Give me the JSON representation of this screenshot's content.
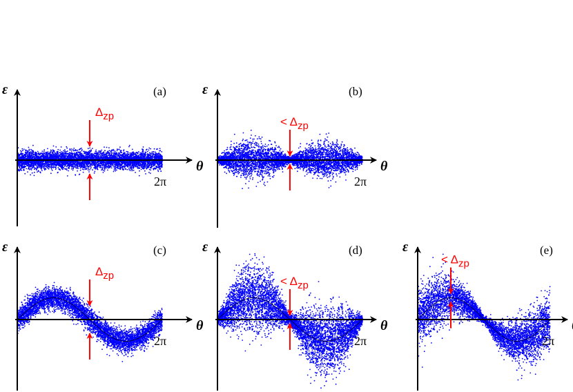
{
  "colors": {
    "points": "#0000ff",
    "axes": "#000000",
    "annotation": "#ff0000"
  },
  "chart_data": [
    {
      "panel": "a",
      "type": "scatter",
      "label": "(a)",
      "xlabel": "θ",
      "ylabel": "ε",
      "x_end_label": "2π",
      "annotation": "Δzp",
      "annotation_prefix": "",
      "annotation_sub": "zp",
      "x_range": [
        0,
        6.283
      ],
      "y_range": [
        -2.5,
        2.5
      ],
      "signal": {
        "amplitude": 0,
        "phase": 0
      },
      "noise": {
        "base": 0.42,
        "modulation": 0,
        "modulation_sign": 1
      },
      "marker_theta": 3.14,
      "points": 5000
    },
    {
      "panel": "b",
      "type": "scatter",
      "label": "(b)",
      "xlabel": "θ",
      "ylabel": "ε",
      "x_end_label": "2π",
      "annotation": "< Δzp",
      "annotation_prefix": "< Δ",
      "annotation_sub": "zp",
      "x_range": [
        0,
        6.283
      ],
      "y_range": [
        -2.5,
        2.5
      ],
      "signal": {
        "amplitude": 0,
        "phase": 0
      },
      "noise": {
        "base": 0.12,
        "modulation": 0.72,
        "modulation_sign": 1
      },
      "marker_theta": 3.14,
      "points": 5000
    },
    {
      "panel": "c",
      "type": "scatter",
      "label": "(c)",
      "xlabel": "θ",
      "ylabel": "ε",
      "x_end_label": "2π",
      "annotation": "Δzp",
      "annotation_prefix": "Δ",
      "annotation_sub": "zp",
      "x_range": [
        0,
        6.283
      ],
      "y_range": [
        -2.5,
        2.5
      ],
      "signal": {
        "amplitude": 0.75,
        "phase": 0
      },
      "noise": {
        "base": 0.35,
        "modulation": 0,
        "modulation_sign": 1
      },
      "marker_theta": 3.14,
      "points": 5000
    },
    {
      "panel": "d",
      "type": "scatter",
      "label": "(d)",
      "xlabel": "θ",
      "ylabel": "ε",
      "x_end_label": "2π",
      "annotation": "< Δzp",
      "annotation_prefix": "< Δ",
      "annotation_sub": "zp",
      "x_range": [
        0,
        6.283
      ],
      "y_range": [
        -2.5,
        2.5
      ],
      "signal": {
        "amplitude": 0.75,
        "phase": 0
      },
      "noise": {
        "base": 0.1,
        "modulation": 0.95,
        "modulation_sign": 1
      },
      "marker_theta": 3.14,
      "points": 6000
    },
    {
      "panel": "e",
      "type": "scatter",
      "label": "(e)",
      "xlabel": "θ",
      "ylabel": "ε",
      "x_end_label": "2π",
      "annotation": "< Δzp",
      "annotation_prefix": "< Δ",
      "annotation_sub": "zp",
      "x_range": [
        0,
        6.283
      ],
      "y_range": [
        -2.5,
        2.5
      ],
      "signal": {
        "amplitude": 0.75,
        "phase": 0
      },
      "noise": {
        "base": 0.1,
        "modulation": 0.85,
        "modulation_sign": -1
      },
      "marker_theta": 1.57,
      "points": 5000
    }
  ]
}
